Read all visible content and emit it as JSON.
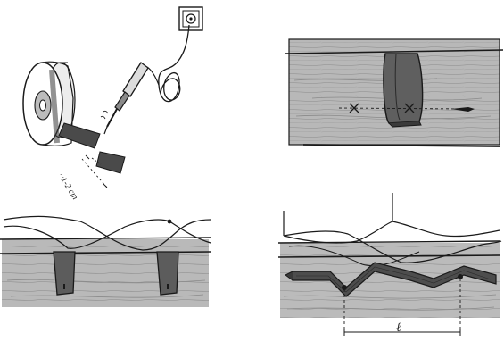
{
  "illustration": {
    "panels": [
      {
        "id": "tools",
        "subject": "tape-roll-and-soldering-iron",
        "labels": {
          "cut_length": "~1-2 cm"
        }
      },
      {
        "id": "strap-fastening",
        "subject": "strap-loop-on-wooden-board",
        "labels": {}
      },
      {
        "id": "string-across-straps",
        "subject": "two-straps-with-zigzag-string",
        "labels": {}
      },
      {
        "id": "zigzag-strip",
        "subject": "fabric-strip-woven-zigzag",
        "labels": {
          "span_mark": "ℓ"
        }
      }
    ],
    "colors": {
      "ink": "#1a1a1a",
      "wood": "#b5b5b5",
      "wood_dark": "#8a8a8a",
      "strap": "#5d5d5d",
      "paper": "#ffffff"
    },
    "icons": [
      "tape-roll-icon",
      "soldering-iron-icon",
      "wall-socket-icon",
      "strap-icon",
      "pin-icon",
      "string-icon"
    ]
  }
}
